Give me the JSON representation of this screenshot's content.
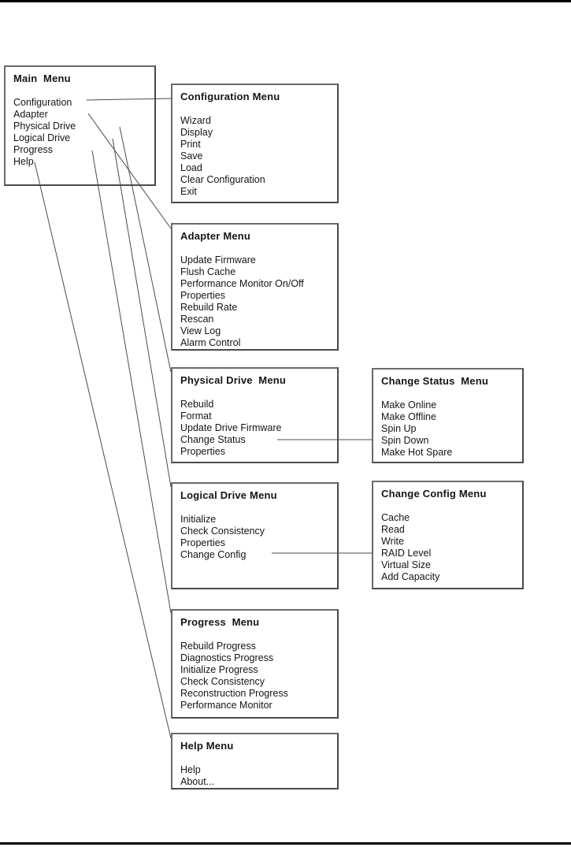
{
  "page": {
    "background": "#ffffff",
    "rule_color": "#000000",
    "box_border_color": "#4a4a4a",
    "text_color": "#151515"
  },
  "menus": {
    "main": {
      "title": "Main  Menu",
      "items": [
        "Configuration",
        "Adapter",
        "Physical Drive",
        "Logical Drive",
        "Progress",
        "Help"
      ]
    },
    "configuration": {
      "title": "Configuration Menu",
      "items": [
        "Wizard",
        "Display",
        "Print",
        "Save",
        "Load",
        "Clear Configuration",
        "Exit"
      ]
    },
    "adapter": {
      "title": "Adapter Menu",
      "items": [
        "Update Firmware",
        "Flush Cache",
        "Performance Monitor On/Off",
        "Properties",
        "Rebuild Rate",
        "Rescan",
        "View Log",
        "Alarm Control"
      ]
    },
    "physical_drive": {
      "title": "Physical Drive  Menu",
      "items": [
        "Rebuild",
        "Format",
        "Update Drive Firmware",
        "Change Status",
        "Properties"
      ]
    },
    "change_status": {
      "title": "Change Status  Menu",
      "items": [
        "Make Online",
        "Make Offline",
        "Spin Up",
        "Spin Down",
        "Make Hot Spare"
      ]
    },
    "logical_drive": {
      "title": "Logical Drive Menu",
      "items": [
        "Initialize",
        "Check Consistency",
        "Properties",
        "Change Config"
      ]
    },
    "change_config": {
      "title": "Change Config Menu",
      "items": [
        "Cache",
        "Read",
        "Write",
        "RAID Level",
        "Virtual Size",
        "Add Capacity"
      ]
    },
    "progress": {
      "title": "Progress  Menu",
      "items": [
        "Rebuild Progress",
        "Diagnostics Progress",
        "Initialize Progress",
        "Check Consistency",
        "Reconstruction Progress",
        "Performance Monitor"
      ]
    },
    "help": {
      "title": "Help Menu",
      "items": [
        "Help",
        "About..."
      ]
    }
  },
  "links": [
    {
      "from": "Main Menu / Configuration",
      "to": "Configuration Menu"
    },
    {
      "from": "Main Menu / Adapter",
      "to": "Adapter Menu"
    },
    {
      "from": "Main Menu / Physical Drive",
      "to": "Physical Drive Menu"
    },
    {
      "from": "Main Menu / Logical Drive",
      "to": "Logical Drive Menu"
    },
    {
      "from": "Main Menu / Progress",
      "to": "Progress Menu"
    },
    {
      "from": "Main Menu / Help",
      "to": "Help Menu"
    },
    {
      "from": "Physical Drive Menu / Change Status",
      "to": "Change Status Menu"
    },
    {
      "from": "Logical Drive Menu / Change Config",
      "to": "Change Config Menu"
    }
  ]
}
